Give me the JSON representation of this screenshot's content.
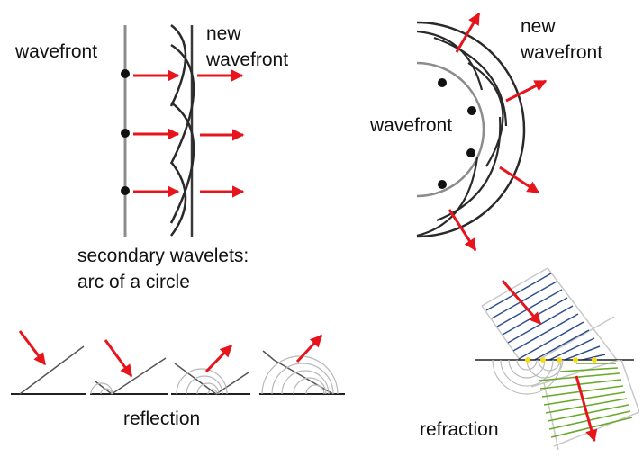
{
  "labels": {
    "wavefront_left": "wavefront",
    "new_wavefront_left_1": "new",
    "new_wavefront_left_2": "wavefront",
    "secondary_wavelets_1": "secondary wavelets:",
    "secondary_wavelets_2": "arc of a circle",
    "wavefront_right": "wavefront",
    "new_wavefront_right_1": "new",
    "new_wavefront_right_2": "wavefront",
    "reflection": "reflection",
    "refraction": "refraction"
  },
  "colors": {
    "arrow": "#e8141b",
    "line": "#3a3a3a",
    "wavelet": "#b8b8b8",
    "incident_bands": "#2f4f8f",
    "refracted_bands": "#6aaa2a",
    "huygens_points": "#f5dc1a"
  },
  "icons": {
    "arrow": "red-arrow-icon",
    "source_point": "black-dot-icon"
  }
}
